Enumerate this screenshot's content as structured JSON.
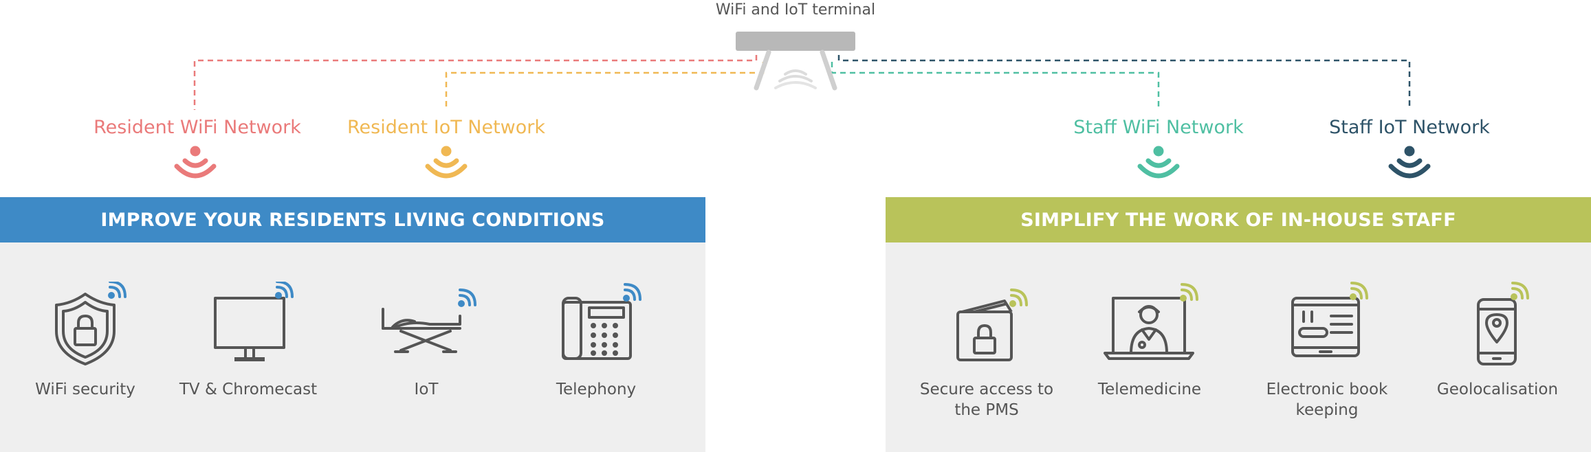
{
  "terminal": {
    "label": "WiFi and IoT terminal",
    "icon": "router-icon"
  },
  "networks": [
    {
      "id": "resident-wifi",
      "label": "Resident WiFi Network",
      "color": "#ea7a7a"
    },
    {
      "id": "resident-iot",
      "label": "Resident IoT Network",
      "color": "#f0b853"
    },
    {
      "id": "staff-wifi",
      "label": "Staff WiFi Network",
      "color": "#4fbfa2"
    },
    {
      "id": "staff-iot",
      "label": "Staff IoT Network",
      "color": "#2e5368"
    }
  ],
  "residents": {
    "title": "IMPROVE YOUR RESIDENTS LIVING CONDITIONS",
    "color": "#3e8ac6",
    "items": [
      {
        "label": "WiFi security",
        "icon": "shield-lock-icon"
      },
      {
        "label": "TV & Chromecast",
        "icon": "tv-icon"
      },
      {
        "label": "IoT",
        "icon": "bed-icon"
      },
      {
        "label": "Telephony",
        "icon": "phone-icon"
      }
    ]
  },
  "staff": {
    "title": "SIMPLIFY THE WORK OF IN-HOUSE STAFF",
    "color": "#b9c35a",
    "items": [
      {
        "label": "Secure access to the PMS",
        "icon": "lock-card-icon"
      },
      {
        "label": "Telemedicine",
        "icon": "laptop-doctor-icon"
      },
      {
        "label": "Electronic book keeping",
        "icon": "tablet-form-icon"
      },
      {
        "label": "Geolocalisation",
        "icon": "phone-pin-icon"
      }
    ]
  },
  "icon_color": "#555555"
}
